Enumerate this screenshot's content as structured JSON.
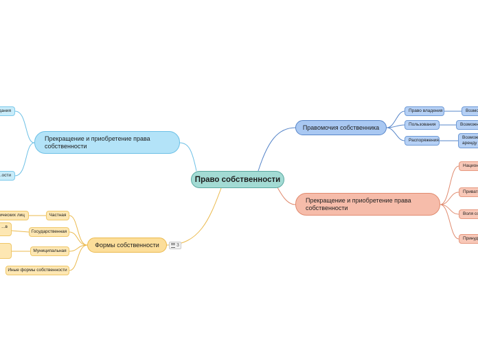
{
  "diagram": {
    "root": {
      "label": "Право собственности"
    },
    "branches": {
      "powers": {
        "label": "Правомочия собственника",
        "children": {
          "possession": {
            "label": "Право владения",
            "detail": "Возможность..."
          },
          "use": {
            "label": "Пользования",
            "detail": "Возможность..."
          },
          "disposal": {
            "label": "Распоряжения",
            "detail": "Возможность... аренду и..."
          }
        }
      },
      "termination_right": {
        "label": "Прекращение и приобретение права собственности",
        "children": [
          "Национа...",
          "Приватиз...",
          "Воля соб...",
          "Принуди..."
        ]
      },
      "termination_left": {
        "label": "Прекращение и приобретение права собственности",
        "children": [
          "...дания",
          "...ости"
        ]
      },
      "forms": {
        "label": "Формы собственности",
        "badge_count": "3",
        "children": {
          "private": {
            "label": "Частная",
            "detail": "...ических лиц"
          },
          "state": {
            "label": "Государственная",
            "detail": "...в"
          },
          "municipal": {
            "label": "Муниципальная",
            "detail": ""
          },
          "other": {
            "label": "Иные формы собственности"
          }
        }
      }
    }
  }
}
